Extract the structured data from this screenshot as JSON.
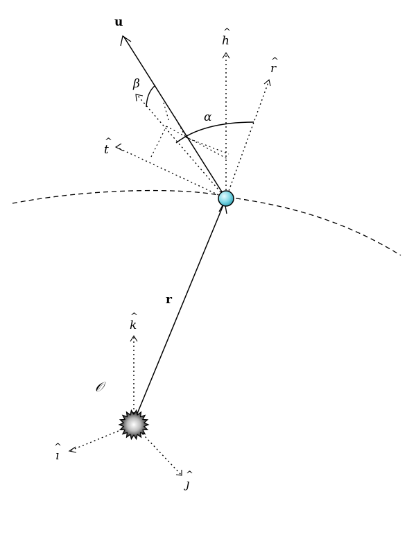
{
  "labels": {
    "u": "u",
    "h": "h",
    "r_hat": "r",
    "t": "t",
    "beta": "β",
    "alpha": "α",
    "r_vec": "r",
    "k": "k",
    "origin": "𝒪",
    "i": "ı",
    "j": "ȷ",
    "hat_mark": "^"
  },
  "colors": {
    "line": "#000000",
    "satellite_fill": "#7fd8e6",
    "satellite_highlight": "#d8f6fa",
    "body_dark": "#111111",
    "body_light": "#ffffff"
  },
  "icons": {
    "satellite": "satellite-dot-icon",
    "central_body": "spiky-star-icon"
  }
}
